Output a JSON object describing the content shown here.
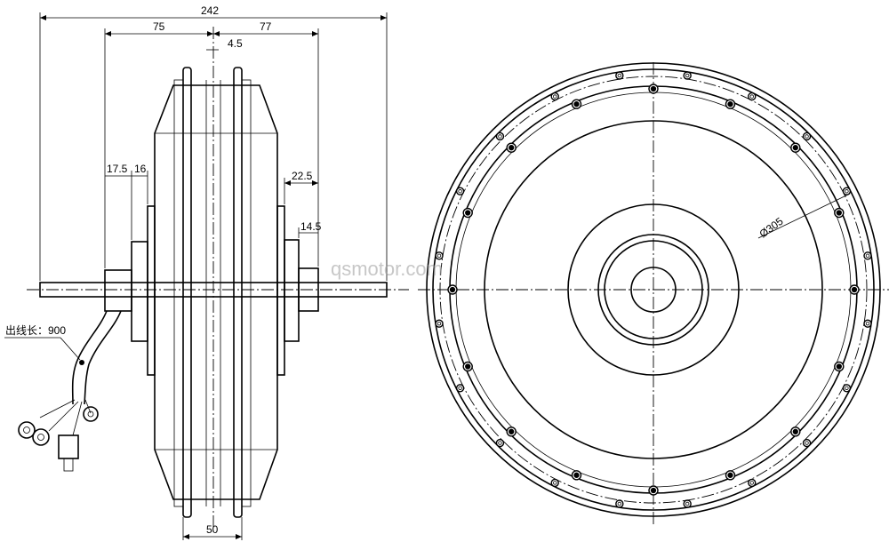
{
  "dimensions": {
    "overall_width": "242",
    "left_half": "75",
    "right_half": "77",
    "center_offset": "4.5",
    "left_flange_a": "17.5",
    "left_flange_b": "16",
    "right_flange_a": "22.5",
    "right_flange_b": "14.5",
    "bottom_width": "50",
    "diameter": "Ø305"
  },
  "cable_label": "出线长：900",
  "watermark": "qsmotor.com"
}
